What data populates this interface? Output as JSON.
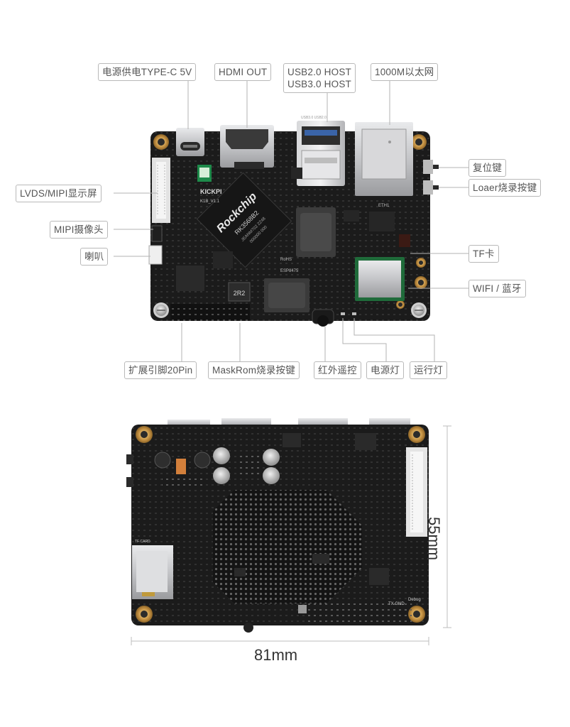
{
  "top_board": {
    "silk_brand": "KICKPI",
    "silk_model": "K1B_V1.1",
    "chip_brand": "Rockchip",
    "chip_model": "RK3568B2",
    "chip_code": "JEANM702 2Z48",
    "chip_code2": "000000 000",
    "ram_label": "2R2",
    "rohs": "RoHS",
    "part_code": "ESP8475",
    "port_usb": "USB3.0  USB2.0",
    "port_eth": "ETH1",
    "callouts": {
      "power": "电源供电TYPE-C 5V",
      "hdmi": "HDMI OUT",
      "usb": [
        "USB2.0 HOST",
        "USB3.0 HOST"
      ],
      "ethernet": "1000M以太网",
      "reset": "复位键",
      "loader": "Loaer烧录按键",
      "lvds": "LVDS/MIPI显示屏",
      "camera": "MIPI摄像头",
      "speaker": "喇叭",
      "tf": "TF卡",
      "wifi": "WIFI / 蓝牙",
      "gpio": "扩展引脚20Pin",
      "maskrom": "MaskRom烧录按键",
      "ir": "红外遥控",
      "power_led": "电源灯",
      "run_led": "运行灯"
    }
  },
  "bottom_board": {
    "silk_tf": "TF CARD",
    "silk_debug": "Debug",
    "silk_tx": "TX  GND",
    "dimension_width": "81mm",
    "dimension_height": "55mm"
  },
  "colors": {
    "pcb": "#1b1b1b",
    "gold": "#c79a4a",
    "silver": "#c9cacc",
    "callout_border": "#b9b9b9",
    "text": "#555555"
  }
}
